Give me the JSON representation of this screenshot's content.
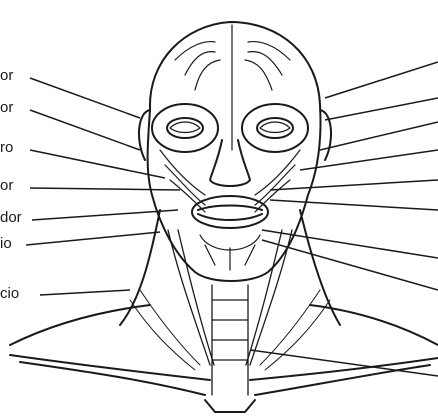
{
  "diagram": {
    "title": "",
    "left_labels": [
      "or",
      "or",
      "ro",
      "or",
      "dor",
      "io",
      "cio"
    ],
    "colors": {
      "ink": "#1a1a1a",
      "background": "#ffffff"
    }
  }
}
